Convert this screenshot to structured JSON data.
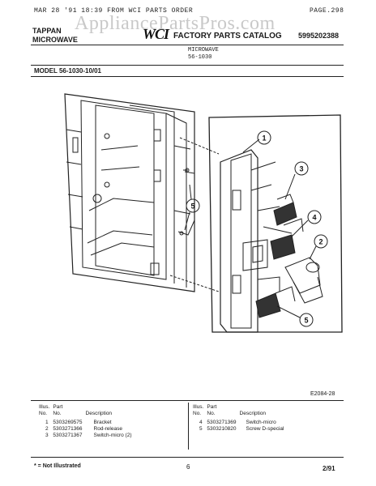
{
  "fax_header": {
    "left": "MAR 28 '91 18:39  FROM WCI PARTS ORDER",
    "right": "PAGE.298"
  },
  "watermark": "AppliancePartsPros.com",
  "header": {
    "brand_line1": "TAPPAN",
    "brand_line2": "MICROWAVE",
    "logo": "WCI",
    "catalog_title": "FACTORY PARTS CATALOG",
    "catalog_number": "5995202388"
  },
  "subheader": {
    "line1": "MICROWAVE",
    "line2": "56-1030"
  },
  "model": "MODEL 56-1030-10/01",
  "diagram": {
    "callouts": [
      "1",
      "2",
      "3",
      "4",
      "5",
      "5"
    ],
    "drawing_id": "E2084-28"
  },
  "parts_table": {
    "headers": {
      "illus": [
        "Illus.",
        "No."
      ],
      "part": [
        "Part",
        "No."
      ],
      "description": "Description"
    },
    "left_rows": [
      {
        "illus": "1",
        "part": "5303269575",
        "description": "Bracket"
      },
      {
        "illus": "2",
        "part": "5303271366",
        "description": "Rod-release"
      },
      {
        "illus": "3",
        "part": "5303271367",
        "description": "Switch-micro (2)"
      }
    ],
    "right_rows": [
      {
        "illus": "4",
        "part": "5303271369",
        "description": "Switch-micro"
      },
      {
        "illus": "5",
        "part": "5303210820",
        "description": "Screw D-special"
      }
    ]
  },
  "footer": {
    "note": "* = Not Illustrated",
    "page": "6",
    "date": "2/91"
  }
}
